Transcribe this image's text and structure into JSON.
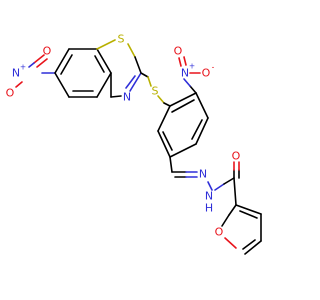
{
  "colors": {
    "carbon_bond": "#000000",
    "oxygen": "#e8141c",
    "nitrogen": "#2f2fd8",
    "sulfur": "#b8b000",
    "background": "#ffffff"
  },
  "atoms": {
    "nitro_left_n": "N",
    "nitro_left_n_charge": "+",
    "nitro_left_o_upper": "O",
    "nitro_left_o_lower": "O",
    "nitro_left_o_lower_charge": "-",
    "benzothiazole_s": "S",
    "benzothiazole_n": "N",
    "thioether_s": "S",
    "nitro_right_n": "N",
    "nitro_right_n_charge": "+",
    "nitro_right_o_upper": "O",
    "nitro_right_o_right": "O",
    "nitro_right_o_right_charge": "-",
    "imine_n": "N",
    "hydrazide_n": "N",
    "hydrazide_h": "H",
    "carbonyl_o": "O",
    "furan_o": "O"
  }
}
